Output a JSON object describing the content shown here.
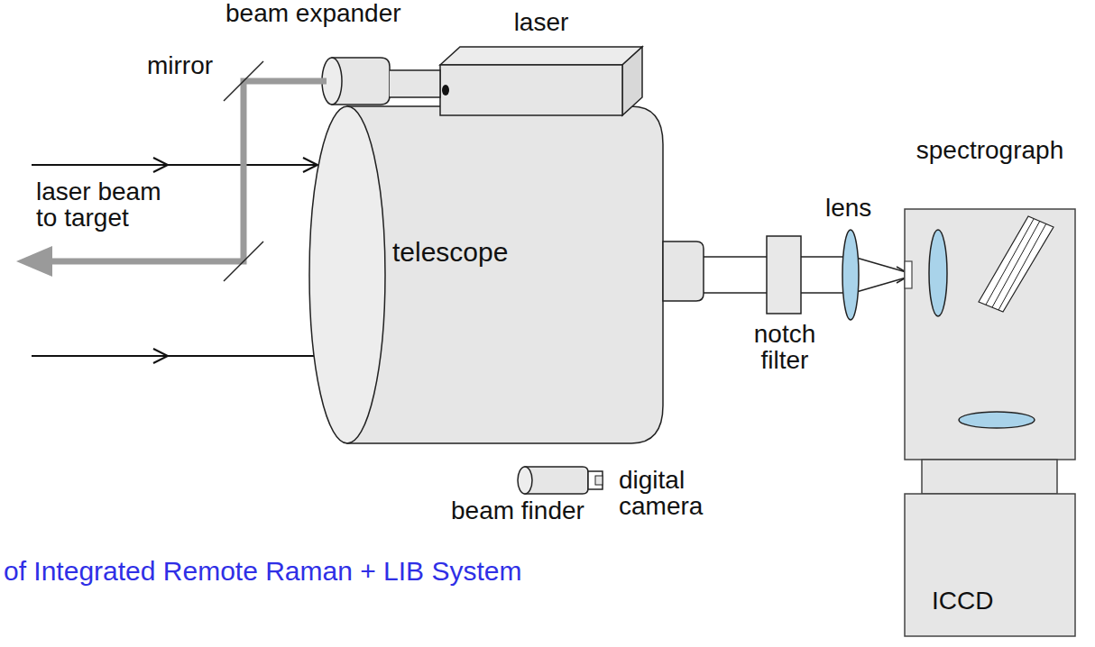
{
  "diagram": {
    "caption": "of Integrated Remote Raman + LIB System",
    "nodes": [
      {
        "text": [
          "laser"
        ]
      },
      {
        "text": [
          "telescope"
        ]
      },
      {
        "text": [
          "spectrograph"
        ]
      },
      {
        "text": [
          "ICCD"
        ]
      }
    ],
    "labels": [
      "beam expander",
      "mirror",
      "laser beam to target",
      "lens",
      "notch filter",
      "beam finder",
      "digital camera"
    ]
  }
}
